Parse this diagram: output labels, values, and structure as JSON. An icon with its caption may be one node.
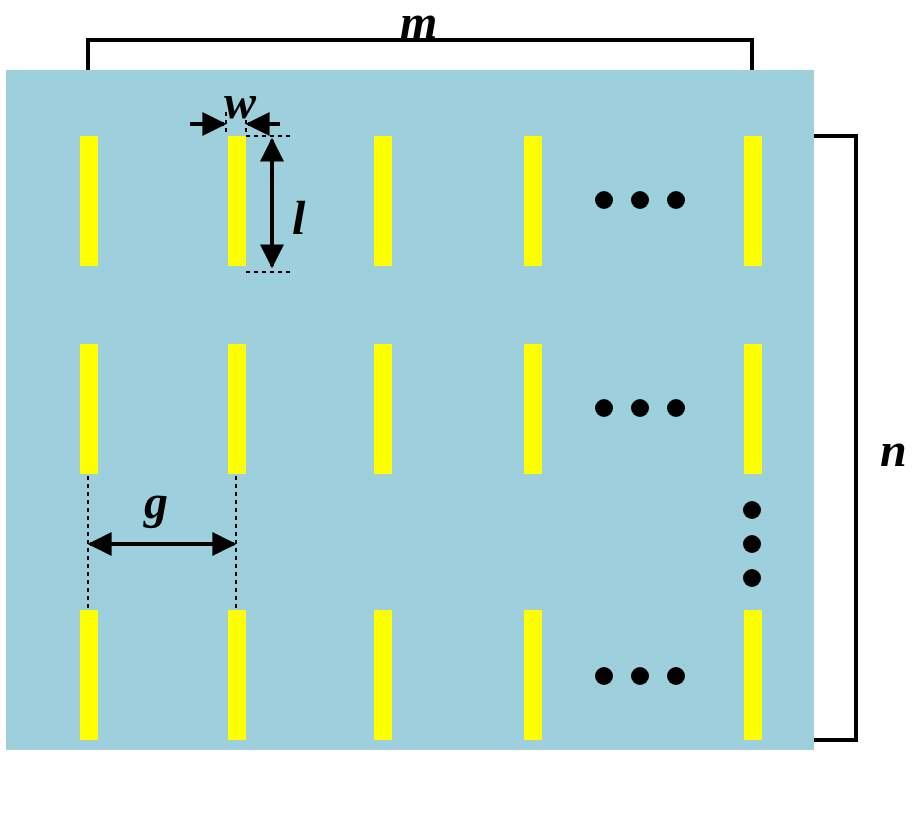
{
  "diagram": {
    "labels": [
      "m",
      "w",
      "l",
      "n",
      "g"
    ]
  }
}
